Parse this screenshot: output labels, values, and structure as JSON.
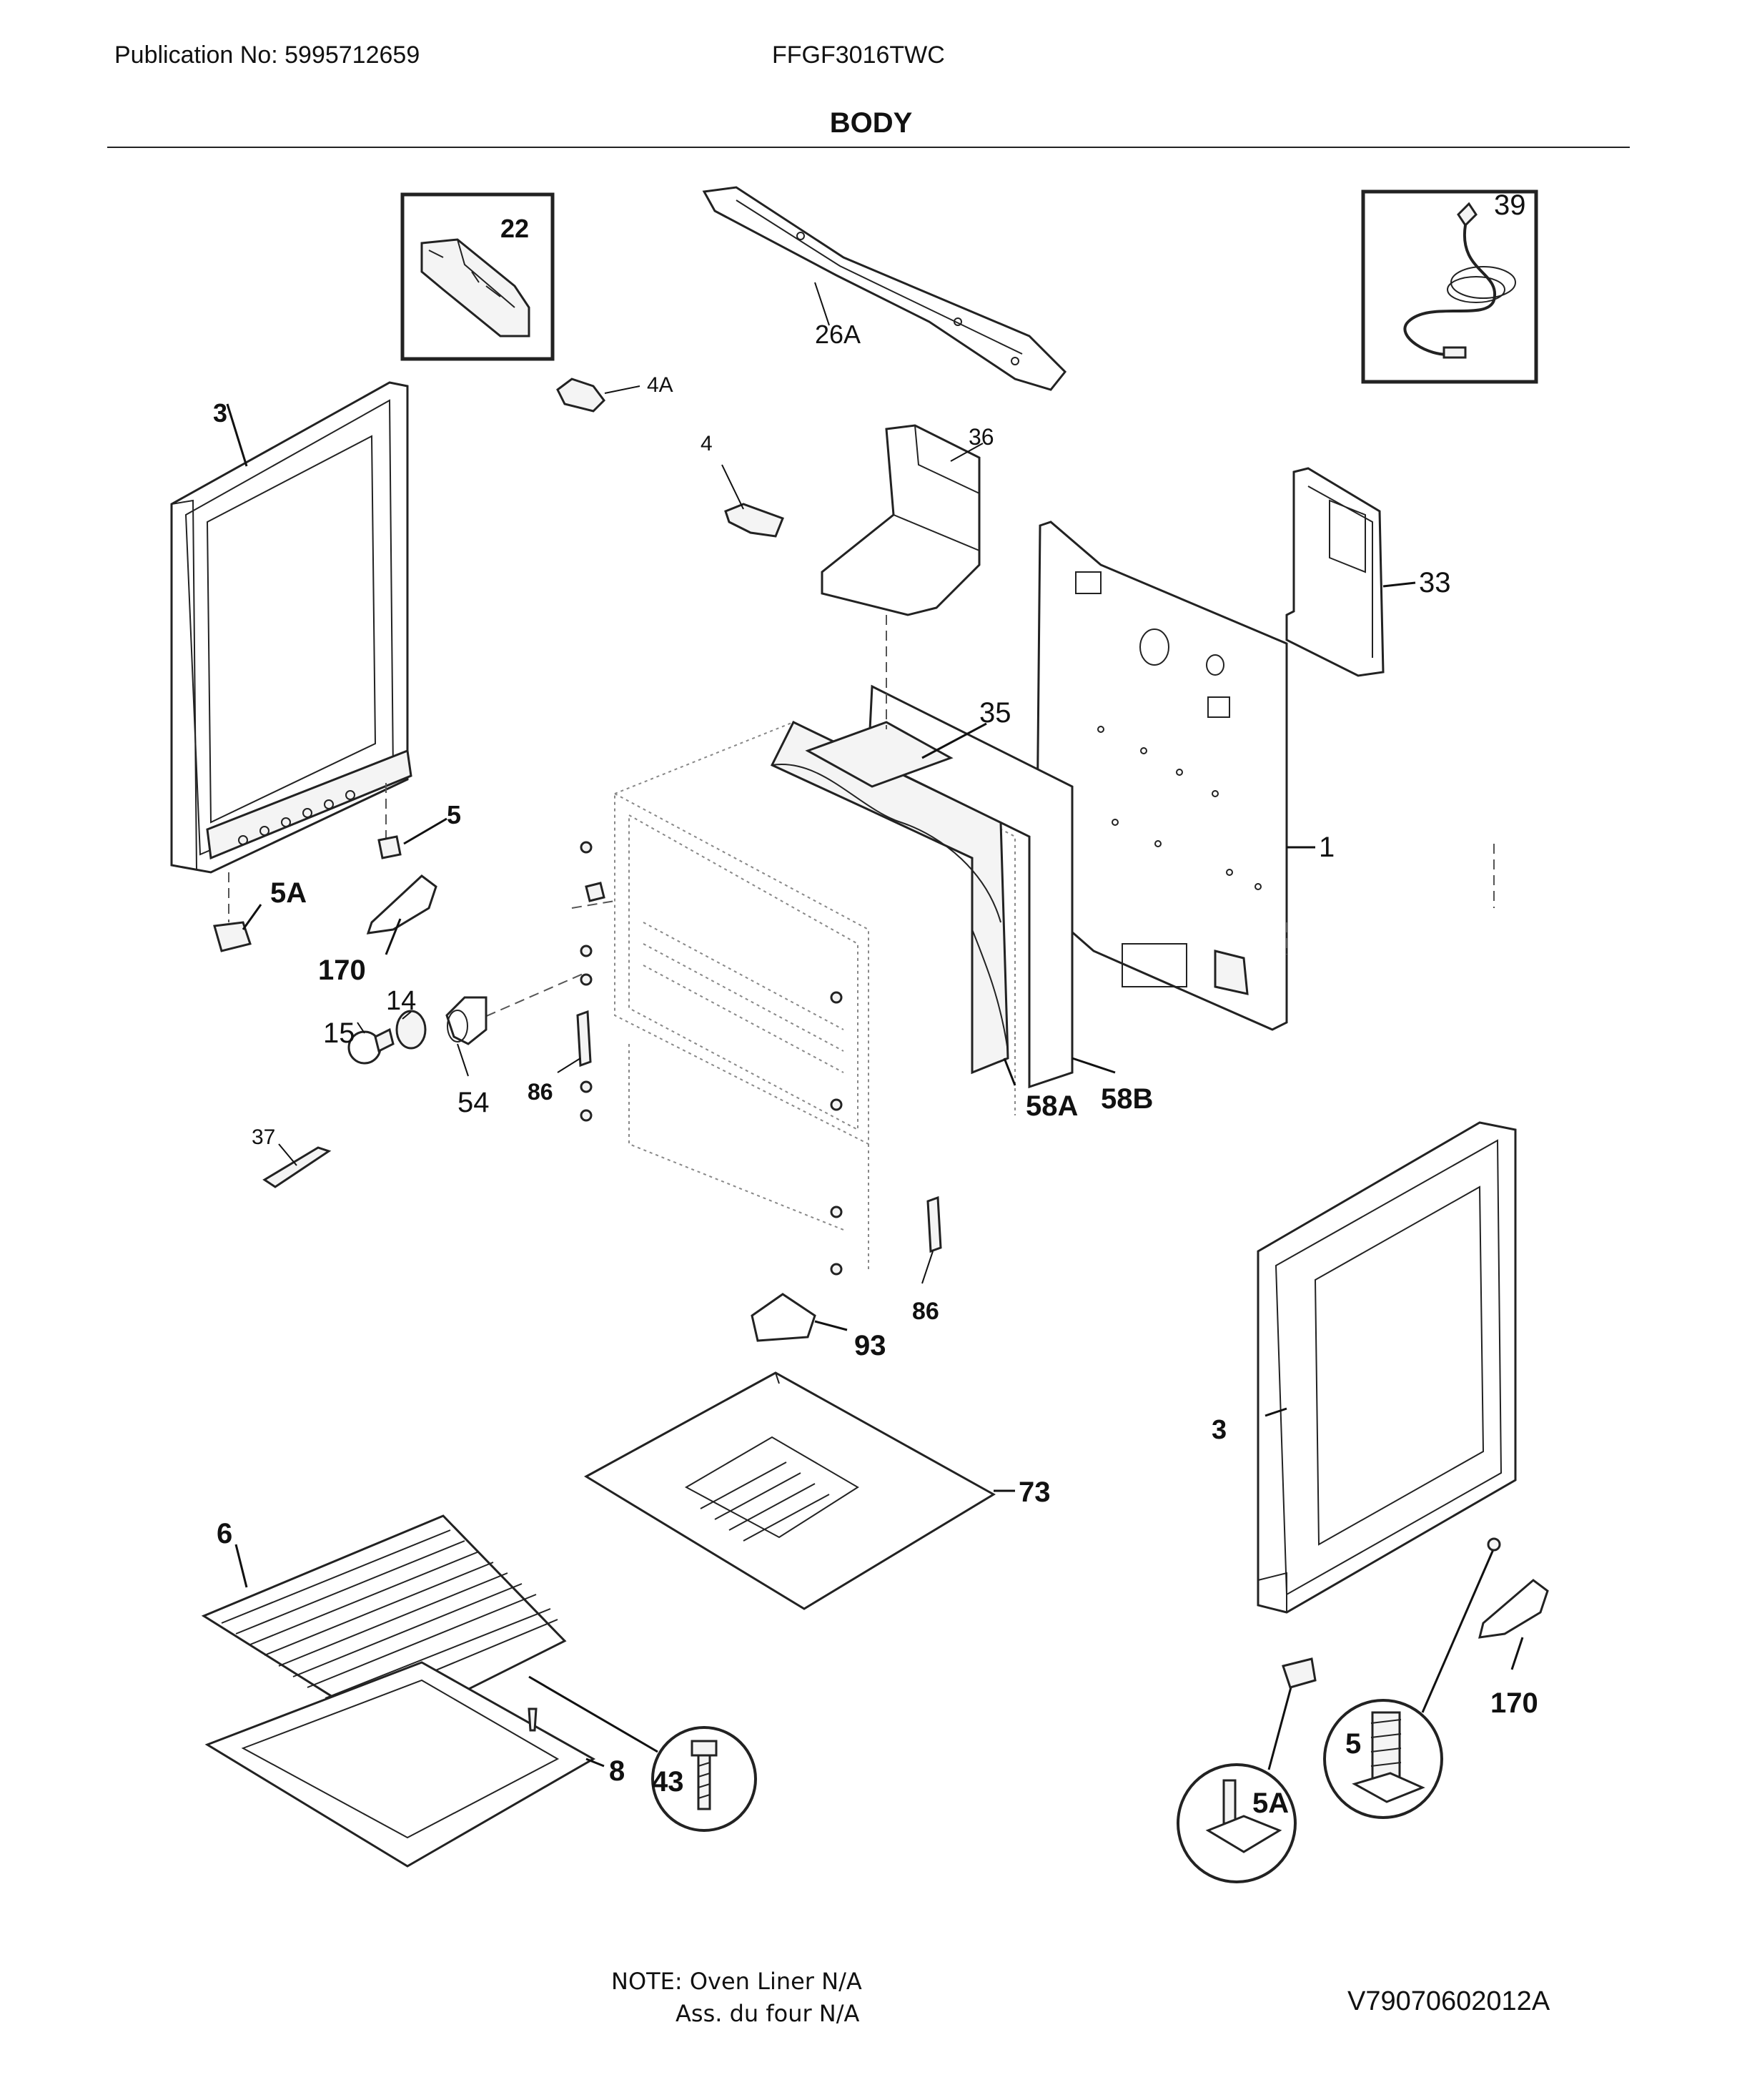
{
  "header": {
    "publication": "Publication No: 5995712659",
    "model": "FFGF3016TWC",
    "title": "BODY"
  },
  "callouts": {
    "p22": "22",
    "p26a": "26A",
    "p39": "39",
    "p4a": "4A",
    "p3_left": "3",
    "p4": "4",
    "p36": "36",
    "p33": "33",
    "p35": "35",
    "p1": "1",
    "p5_left": "5",
    "p5a_left": "5A",
    "p170_left": "170",
    "p14": "14",
    "p15": "15",
    "p54": "54",
    "p86_left": "86",
    "p58a": "58A",
    "p58b": "58B",
    "p37": "37",
    "p86_right": "86",
    "p93": "93",
    "p3_right": "3",
    "p73": "73",
    "p6": "6",
    "p8": "8",
    "p43": "43",
    "p170_right": "170",
    "p5_right": "5",
    "p5a_right": "5A"
  },
  "footer": {
    "note_line1": "NOTE: Oven Liner N/A",
    "note_line2": "Ass. du four N/A",
    "diagram_code": "V79070602012A"
  }
}
